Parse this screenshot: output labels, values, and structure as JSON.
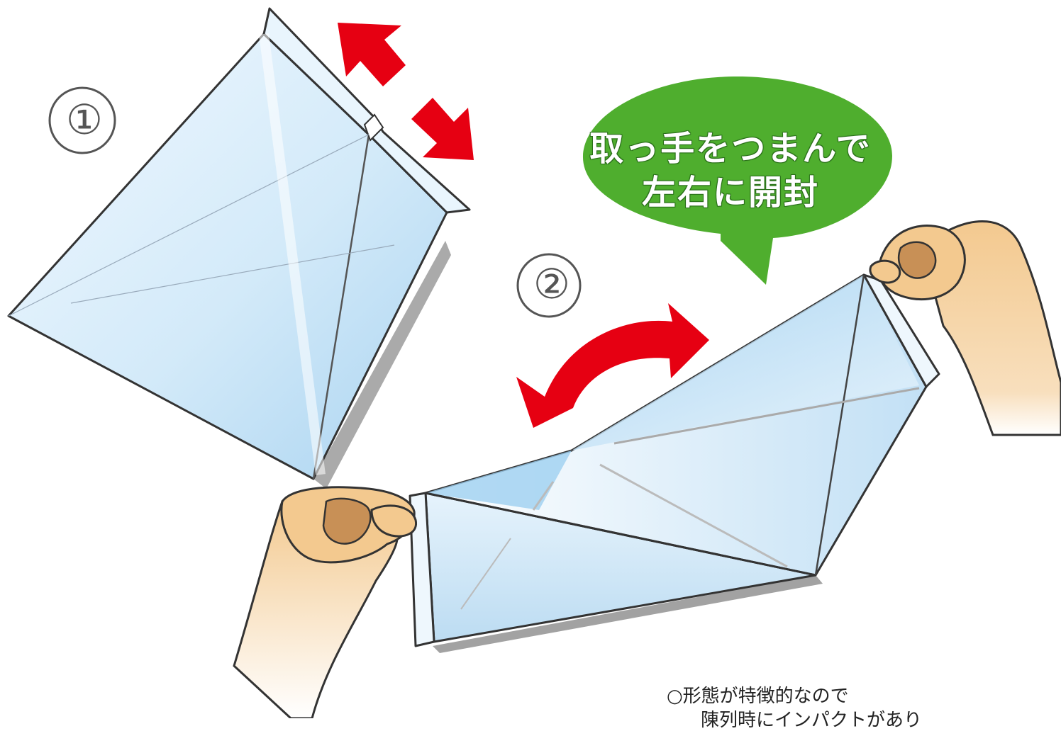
{
  "steps": {
    "step1": "①",
    "step2": "②"
  },
  "bubble": {
    "line1": "取っ手をつまんで",
    "line2": "左右に開封"
  },
  "note": {
    "line1": "○形態が特徴的なので",
    "line2": "陳列時にインパクトがあり"
  },
  "colors": {
    "bag_fill_light": "#f2f9ff",
    "bag_fill_blue": "#b9dcf3",
    "outline": "#333333",
    "arrow_red": "#e60012",
    "bubble_green": "#4fae2e",
    "skin": "#f3c98f",
    "skin_shadow": "#c89056"
  }
}
